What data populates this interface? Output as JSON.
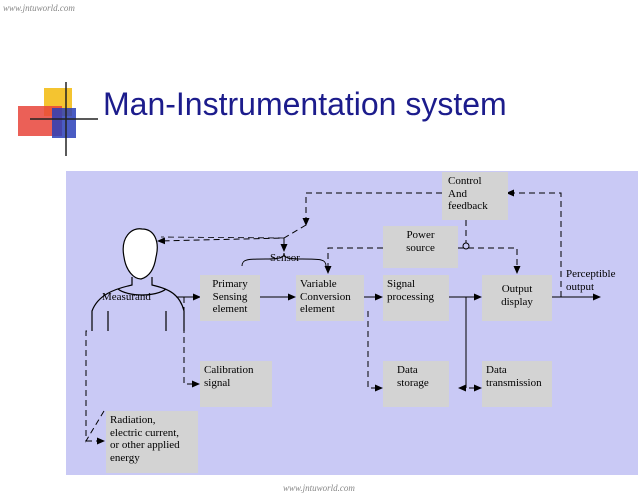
{
  "watermark": {
    "top": "www.jntuworld.com",
    "bottom": "www.jntuworld.com"
  },
  "slide": {
    "title": "Man-Instrumentation system"
  },
  "diagram": {
    "measurand": "Measurand",
    "sensor": "Sensor",
    "primary_sensing": [
      "Primary",
      "Sensing",
      "element"
    ],
    "variable_conversion": [
      "Variable",
      "Conversion",
      "element"
    ],
    "signal_processing": [
      "Signal",
      "processing"
    ],
    "power_source": [
      "Power",
      "source"
    ],
    "control_feedback": [
      "Control",
      "And",
      "feedback"
    ],
    "output_display": [
      "Output",
      "display"
    ],
    "perceptible_output": [
      "Perceptible",
      "output"
    ],
    "calibration_signal": [
      "Calibration",
      "signal"
    ],
    "data_storage": [
      "Data",
      "storage"
    ],
    "data_transmission": [
      "Data",
      "transmission"
    ],
    "radiation": [
      "Radiation,",
      "electric current,",
      "or other applied",
      "energy"
    ]
  },
  "colors": {
    "panel": "#c9c9f5",
    "box": "#d3d3d3",
    "title": "#1c1c8c"
  }
}
